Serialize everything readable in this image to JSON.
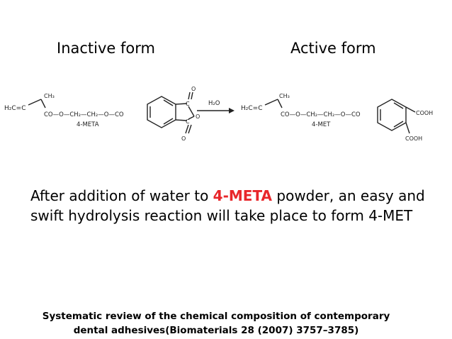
{
  "headings": {
    "inactive": "Inactive form",
    "active": "Active form"
  },
  "reaction": {
    "left": {
      "methyl": "CH₃",
      "vinyl": "H₂C=C",
      "chain": "CO—O—CH₂—CH₂—O—CO",
      "carbonyl_top": "O",
      "carbonyl_bottom": "O",
      "ring_c_top": "C",
      "ring_c_bottom": "C",
      "ring_o": "O",
      "label": "4-META"
    },
    "reagent": "H₂O",
    "right": {
      "methyl": "CH₃",
      "vinyl": "H₂C=C",
      "chain": "CO—O—CH₂—CH₂—O—CO",
      "cooh_top": "COOH",
      "cooh_bottom": "COOH",
      "label": "4-MET"
    }
  },
  "body": {
    "before": "After addition of water to ",
    "highlight": "4-META",
    "after": " powder, an easy and swift hydrolysis reaction will take place to form 4-MET"
  },
  "citation": {
    "line1": "Systematic review of the chemical composition of contemporary",
    "line2": "dental adhesives(Biomaterials 28 (2007) 3757–3785)"
  },
  "colors": {
    "highlight": "#e8262a",
    "text": "#000000"
  }
}
